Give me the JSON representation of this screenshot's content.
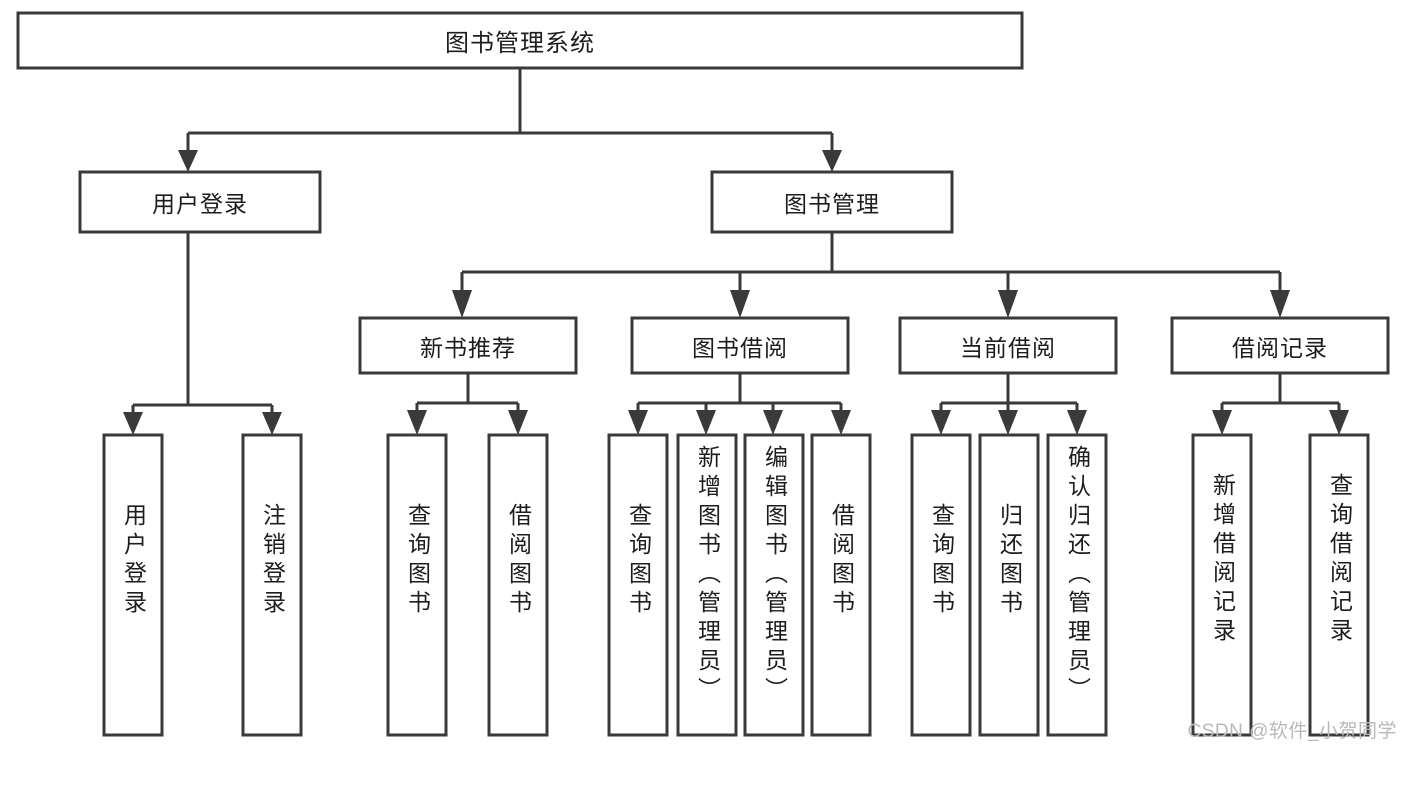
{
  "diagram": {
    "type": "tree-hierarchy",
    "title": "图书管理系统",
    "watermark": "CSDN @软件_小贺同学",
    "colors": {
      "stroke": "#3a3a3a",
      "box_fill": "#ffffff",
      "text": "#1d1d1d",
      "background": "#ffffff",
      "watermark": "#b9b9b9"
    },
    "levels": {
      "level1": [
        "图书管理系统"
      ],
      "level2": [
        "用户登录",
        "图书管理"
      ],
      "level3": [
        "新书推荐",
        "图书借阅",
        "当前借阅",
        "借阅记录"
      ],
      "level4_orientation": "vertical-upright"
    },
    "nodes": {
      "root": {
        "label": "图书管理系统",
        "level": 1,
        "orientation": "horizontal"
      },
      "user_login": {
        "label": "用户登录",
        "level": 2,
        "orientation": "horizontal"
      },
      "book_mgmt": {
        "label": "图书管理",
        "level": 2,
        "orientation": "horizontal"
      },
      "new_book_rec": {
        "label": "新书推荐",
        "level": 3,
        "orientation": "horizontal"
      },
      "book_borrow": {
        "label": "图书借阅",
        "level": 3,
        "orientation": "horizontal"
      },
      "current_borrow": {
        "label": "当前借阅",
        "level": 3,
        "orientation": "horizontal"
      },
      "borrow_record": {
        "label": "借阅记录",
        "level": 3,
        "orientation": "horizontal"
      },
      "leaf_user_login": {
        "label": "用户登录",
        "level": 4,
        "parent": "用户登录"
      },
      "leaf_logout": {
        "label": "注销登录",
        "level": 4,
        "parent": "用户登录"
      },
      "leaf_query_book_a": {
        "label": "查询图书",
        "level": 4,
        "parent": "新书推荐"
      },
      "leaf_borrow_book_a": {
        "label": "借阅图书",
        "level": 4,
        "parent": "新书推荐"
      },
      "leaf_query_book_b": {
        "label": "查询图书",
        "level": 4,
        "parent": "图书借阅"
      },
      "leaf_add_book": {
        "label": "新增图书（管理员）",
        "level": 4,
        "parent": "图书借阅"
      },
      "leaf_edit_book": {
        "label": "编辑图书（管理员）",
        "level": 4,
        "parent": "图书借阅"
      },
      "leaf_borrow_book_b": {
        "label": "借阅图书",
        "level": 4,
        "parent": "图书借阅"
      },
      "leaf_query_book_c": {
        "label": "查询图书",
        "level": 4,
        "parent": "当前借阅"
      },
      "leaf_return_book": {
        "label": "归还图书",
        "level": 4,
        "parent": "当前借阅"
      },
      "leaf_confirm_return": {
        "label": "确认归还（管理员）",
        "level": 4,
        "parent": "当前借阅"
      },
      "leaf_add_record": {
        "label": "新增借阅记录",
        "level": 4,
        "parent": "借阅记录"
      },
      "leaf_query_record": {
        "label": "查询借阅记录",
        "level": 4,
        "parent": "借阅记录"
      }
    },
    "edges": [
      {
        "from": "图书管理系统",
        "to": "用户登录"
      },
      {
        "from": "图书管理系统",
        "to": "图书管理"
      },
      {
        "from": "图书管理",
        "to": "新书推荐"
      },
      {
        "from": "图书管理",
        "to": "图书借阅"
      },
      {
        "from": "图书管理",
        "to": "当前借阅"
      },
      {
        "from": "图书管理",
        "to": "借阅记录"
      },
      {
        "from": "用户登录",
        "to": "用户登录"
      },
      {
        "from": "用户登录",
        "to": "注销登录"
      },
      {
        "from": "新书推荐",
        "to": "查询图书"
      },
      {
        "from": "新书推荐",
        "to": "借阅图书"
      },
      {
        "from": "图书借阅",
        "to": "查询图书"
      },
      {
        "from": "图书借阅",
        "to": "新增图书（管理员）"
      },
      {
        "from": "图书借阅",
        "to": "编辑图书（管理员）"
      },
      {
        "from": "图书借阅",
        "to": "借阅图书"
      },
      {
        "from": "当前借阅",
        "to": "查询图书"
      },
      {
        "from": "当前借阅",
        "to": "归还图书"
      },
      {
        "from": "当前借阅",
        "to": "确认归还（管理员）"
      },
      {
        "from": "借阅记录",
        "to": "新增借阅记录"
      },
      {
        "from": "借阅记录",
        "to": "查询借阅记录"
      }
    ]
  }
}
